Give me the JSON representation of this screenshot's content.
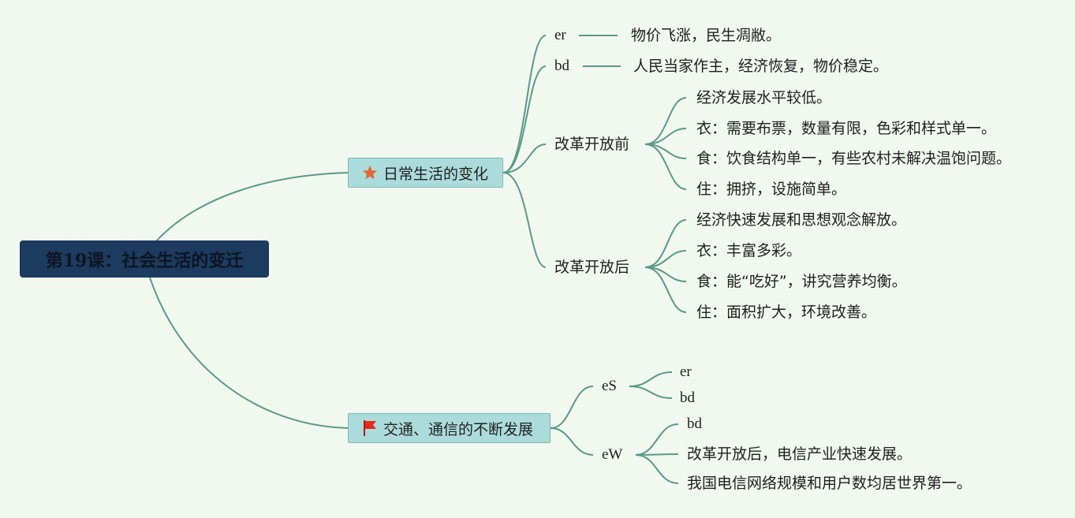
{
  "colors": {
    "background": "#f1f8ef",
    "root_fill": "#1d3a5f",
    "branch_fill": "#abdcdb",
    "link": "#5a9988",
    "star": "#e0663a",
    "flag": "#e8281c"
  },
  "root": {
    "label": "第19课：社会生活的变迁"
  },
  "branch1": {
    "label": "日常生活的变化",
    "icon": "star-icon",
    "items": [
      {
        "label": "er",
        "detail": "物价飞涨，民生凋敝。"
      },
      {
        "label": "bd",
        "detail": "人民当家作主，经济恢复，物价稳定。"
      },
      {
        "label": "改革开放前",
        "children": [
          "经济发展水平较低。",
          "衣：需要布票，数量有限，色彩和样式单一。",
          "食：饮食结构单一，有些农村未解决温饱问题。",
          "住：拥挤，设施简单。"
        ]
      },
      {
        "label": "改革开放后",
        "children": [
          "经济快速发展和思想观念解放。",
          "衣：丰富多彩。",
          "食：能“吃好”，讲究营养均衡。",
          "住：面积扩大，环境改善。"
        ]
      }
    ]
  },
  "branch2": {
    "label": "交通、通信的不断发展",
    "icon": "flag-icon",
    "items": [
      {
        "label": "eS",
        "children": [
          "er",
          "bd"
        ]
      },
      {
        "label": "eW",
        "children": [
          "bd",
          "改革开放后，电信产业快速发展。",
          "我国电信网络规模和用户数均居世界第一。"
        ]
      }
    ]
  }
}
